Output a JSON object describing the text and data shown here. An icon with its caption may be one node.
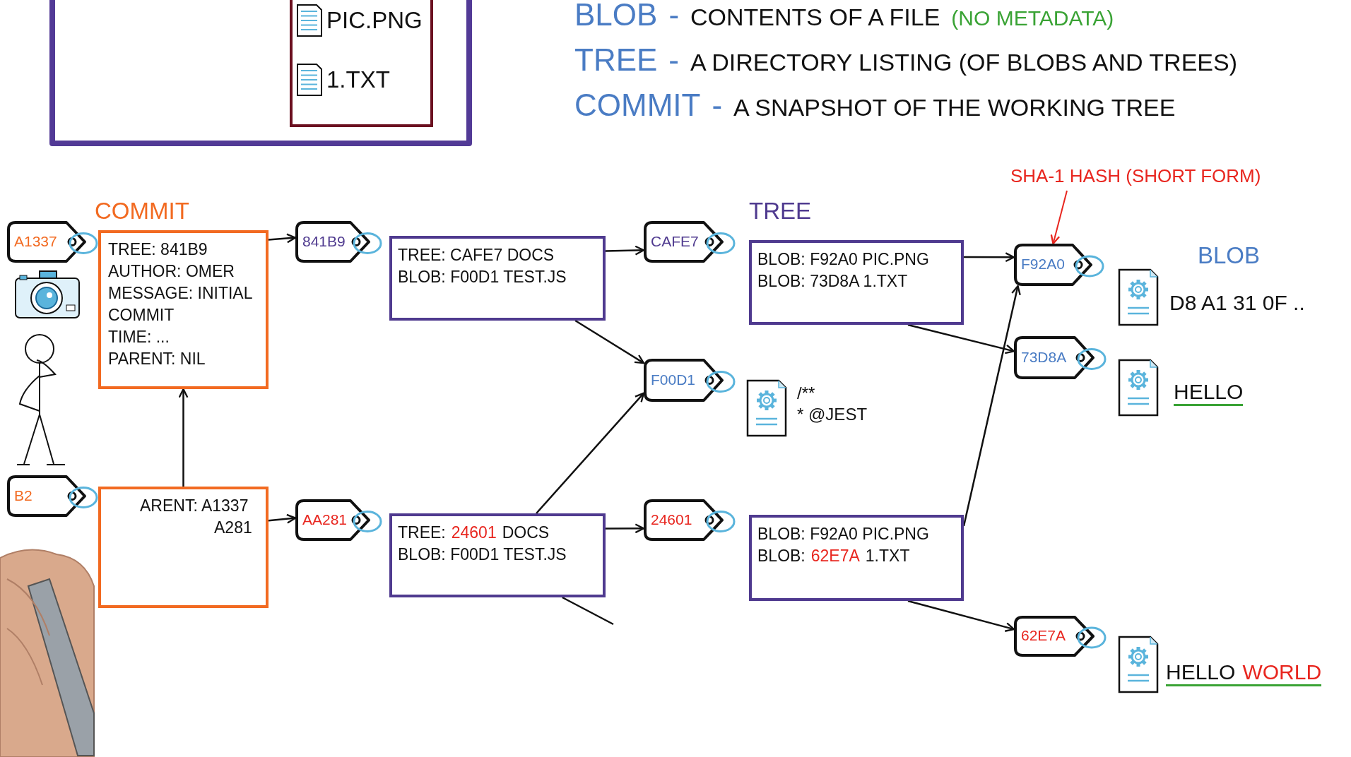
{
  "diagram": {
    "nodes": [
      {
        "text": [],
        "shape": "box"
      },
      {
        "text": [
          "PIC.PNG",
          "1.TXT"
        ],
        "in": 0
      },
      {
        "text": [
          "SHA-1 HASH (SHORT FORM)"
        ]
      },
      {
        "text": [
          "A1337"
        ]
      },
      {
        "text": [
          "TREE: 841B9",
          "AUTHOR: OMER",
          "MESSAGE: INITIAL COMMIT",
          "TIME: ...",
          "PARENT: NIL"
        ]
      },
      {
        "text": [
          "841B9"
        ]
      },
      {
        "text": [
          "TREE: CAFE7 DOCS",
          "BLOB: F00D1 TEST.JS"
        ]
      },
      {
        "text": [
          "CAFE7"
        ]
      },
      {
        "text": [
          "BLOB: F92A0 PIC.PNG",
          "BLOB: 73D8A 1.TXT"
        ]
      },
      {
        "text": [
          "F92A0"
        ],
        "beside": [
          "D8 A1 31 0F .."
        ]
      },
      {
        "text": [
          "73D8A"
        ],
        "beside": [
          "HELLO"
        ]
      },
      {
        "text": [
          "F00D1"
        ],
        "beside": [
          "/**",
          "* @JEST"
        ]
      },
      {
        "text": [
          "B2"
        ]
      },
      {
        "text": [
          "ARENT: A1337",
          "A281"
        ]
      },
      {
        "text": [
          "AA281"
        ]
      },
      {
        "text": [
          "TREE:",
          "24601",
          "DOCS",
          "BLOB: F00D1 TEST.JS"
        ]
      },
      {
        "text": [
          "24601"
        ]
      },
      {
        "text": [
          "BLOB: F92A0 PIC.PNG",
          "BLOB:",
          "62E7A",
          "1.TXT"
        ]
      },
      {
        "text": [
          "62E7A"
        ],
        "beside": [
          "HELLO",
          "WORLD"
        ]
      }
    ],
    "edges": [
      {
        "from": 4,
        "to": 5,
        "arrow": "to"
      },
      {
        "from": 13,
        "to": 4,
        "arrow": "to"
      },
      {
        "from": 13,
        "to": 14,
        "arrow": "to"
      },
      {
        "from": 6,
        "to": 7,
        "arrow": "to"
      },
      {
        "from": 6,
        "to": 11,
        "arrow": "to"
      },
      {
        "from": 8,
        "to": 9,
        "arrow": "to"
      },
      {
        "from": 8,
        "to": 10,
        "arrow": "to"
      },
      {
        "from": 15,
        "to": 16,
        "arrow": "to"
      },
      {
        "from": 15,
        "to": 11,
        "arrow": "to"
      },
      {
        "from": 15,
        "to": null,
        "arrow": "none"
      },
      {
        "from": 17,
        "to": 9,
        "arrow": "to"
      },
      {
        "from": 17,
        "to": 18,
        "arrow": "to"
      },
      {
        "from": 2,
        "to": 9,
        "arrow": "to",
        "color": "#e8261f"
      }
    ],
    "labels": [
      "BLOB",
      "-",
      "CONTENTS OF A FILE",
      "(NO METADATA)",
      "TREE",
      "-",
      "A DIRECTORY LISTING (OF BLOBS AND TREES)",
      "COMMIT",
      "-",
      "A SNAPSHOT OF THE WORKING TREE",
      "COMMIT",
      "TREE",
      "BLOB"
    ]
  }
}
